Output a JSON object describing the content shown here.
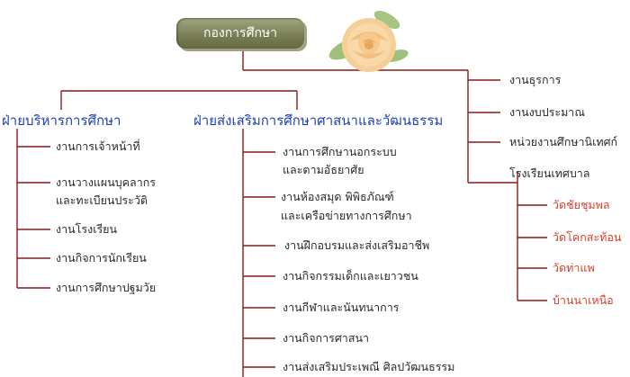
{
  "root": {
    "label": "กองการศึกษา"
  },
  "departments": [
    {
      "title": "ฝ่ายบริหารการศึกษา",
      "items": [
        "งานการเจ้าหน้าที่",
        "งานวางแผนบุคลากร",
        "และทะเบียนประวัติ",
        "งานโรงเรียน",
        "งานกิจการนักเรียน",
        "งานการศึกษาปฐมวัย"
      ]
    },
    {
      "title": "ฝ่ายส่งเสริมการศึกษาศาสนาและวัฒนธรรม",
      "items": [
        "งานการศึกษานอกระบบ",
        "และตามอัธยาศัย",
        "งานห้องสมุด พิพิธภัณฑ์",
        "และเครือข่ายทางการศึกษา",
        "งานฝึกอบรมและส่งเสริมอาชีพ",
        "งานกิจกรรมเด็กและเยาวชน",
        "งานกีฬาและนันทนาการ",
        "งานกิจการศาสนา",
        "งานส่งเสริมประเพณี ศิลปวัฒนธรรม"
      ]
    }
  ],
  "right_units": [
    "งานธุรการ",
    "งานงบประมาณ",
    "หน่วยงานศึกษานิเทศก์",
    "โรงเรียนเทศบาล"
  ],
  "schools": [
    "วัดชัยชุมพล",
    "วัดโคกสะท้อน",
    "วัดท่าแพ",
    "บ้านนาเหนือ"
  ],
  "colors": {
    "line": "#8b1a1a",
    "department_text": "#1f3fb8",
    "school_text": "#d9402a",
    "root_box": "#7b8057"
  },
  "decoration": {
    "icon": "rose-flower-icon"
  }
}
